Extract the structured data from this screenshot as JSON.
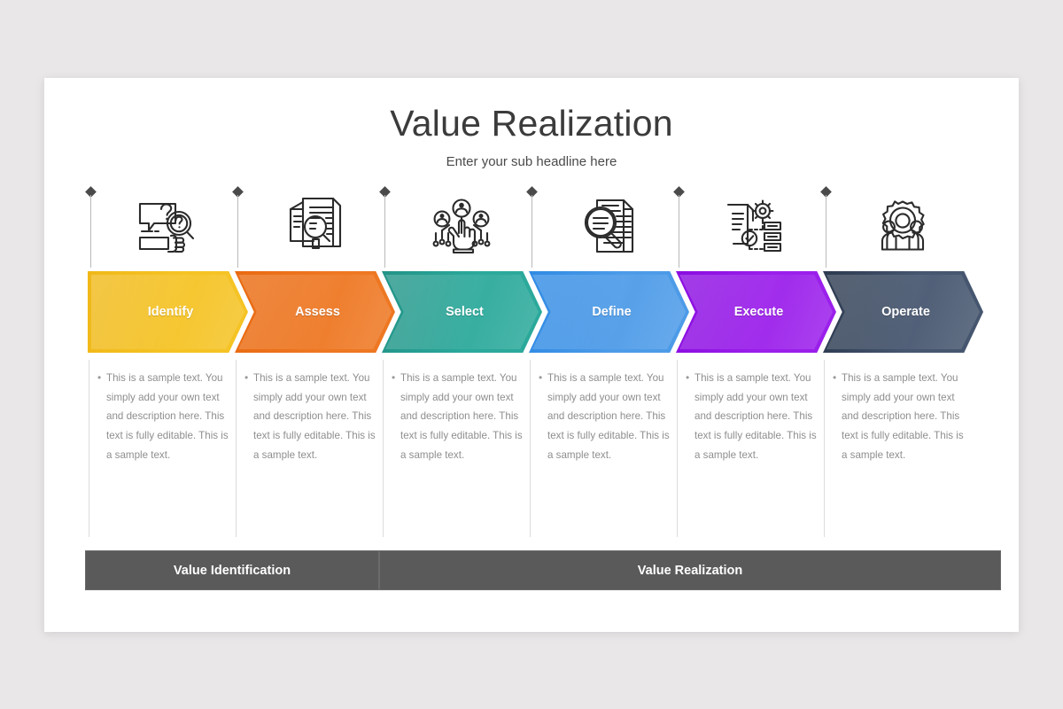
{
  "slide": {
    "title": "Value Realization",
    "subtitle": "Enter your sub headline here",
    "background_color": "#e9e7e8",
    "card_color": "#ffffff"
  },
  "body_text": "This is a sample text. You simply add your own text and description here. This text is fully editable. This is a sample text.",
  "bullet_glyph": "•",
  "stages": [
    {
      "label": "Identify",
      "color": "#f5c324",
      "color_dark": "#f0b818",
      "icon": "question-search-icon",
      "text": "This is a sample text. You simply add your own text and description here. This text is fully editable. This is a sample text."
    },
    {
      "label": "Assess",
      "color": "#ee7722",
      "color_dark": "#e96a10",
      "icon": "document-magnifier-icon",
      "text": "This is a sample text. You simply add your own text and description here. This text is fully editable. This is a sample text."
    },
    {
      "label": "Select",
      "color": "#2ba99b",
      "color_dark": "#229387",
      "icon": "people-select-hand-icon",
      "text": "This is a sample text. You simply add your own text and description here. This text is fully editable. This is a sample text."
    },
    {
      "label": "Define",
      "color": "#4d9be8",
      "color_dark": "#2f8ae4",
      "icon": "magnifier-document-icon",
      "text": "This is a sample text. You simply add your own text and description here. This text is fully editable. This is a sample text."
    },
    {
      "label": "Execute",
      "color": "#9b1feb",
      "color_dark": "#8a0ce0",
      "icon": "process-gear-checklist-icon",
      "text": "This is a sample text. You simply add your own text and description here. This text is fully editable. This is a sample text."
    },
    {
      "label": "Operate",
      "color": "#46566f",
      "color_dark": "#2c3a4f",
      "icon": "gear-team-icon",
      "text": "This is a sample text. You simply add your own text and description here. This text is fully editable. This is a sample text."
    }
  ],
  "footer": {
    "bar_color": "#5a5a5a",
    "segments": [
      {
        "label": "Value Identification",
        "span_start": 0,
        "span_end": 2
      },
      {
        "label": "Value Realization",
        "span_start": 2,
        "span_end": 6
      }
    ]
  }
}
